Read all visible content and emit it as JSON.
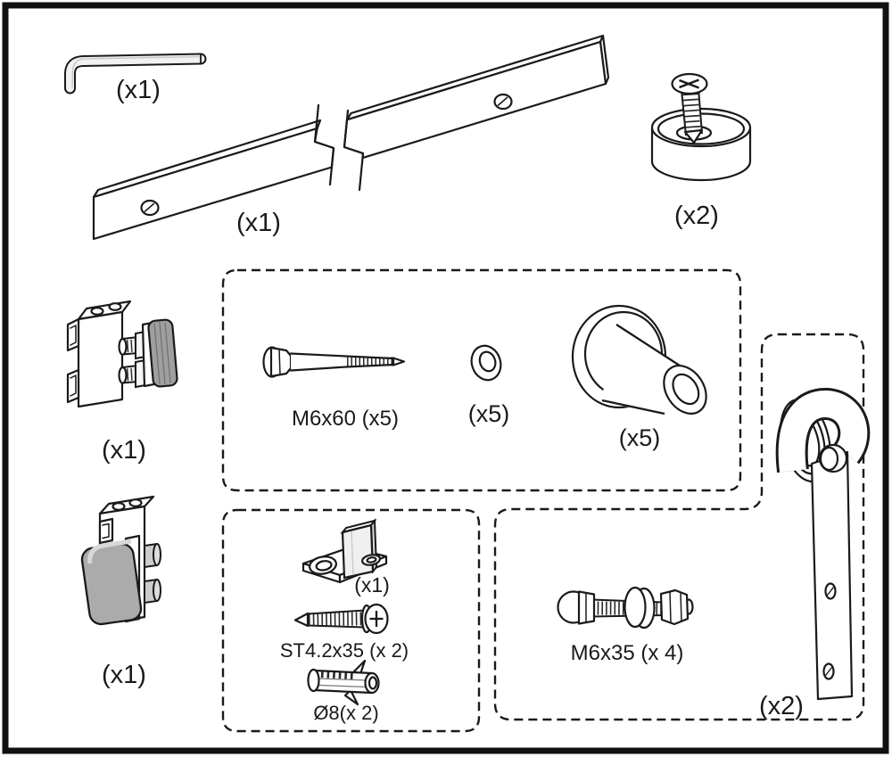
{
  "kit": {
    "labels": {
      "hex_key": "(x1)",
      "rail": "(x1)",
      "door_stop": "(x2)",
      "bracket_top": "(x1)",
      "bracket_bottom": "(x1)",
      "lag_screw": "M6x60 (x5)",
      "washer": "(x5)",
      "spacer": "(x5)",
      "floor_guide": "(x1)",
      "pan_screw": "ST4.2x35 (x 2)",
      "anchor": "Ø8(x 2)",
      "hex_bolt": "M6x35 (x 4)",
      "hanger": "(x2)"
    },
    "colors": {
      "line": "#1a1a1a",
      "background": "#ffffff",
      "metal_light": "#e6e6e6",
      "rubber_gray": "#a9a9a9"
    }
  }
}
